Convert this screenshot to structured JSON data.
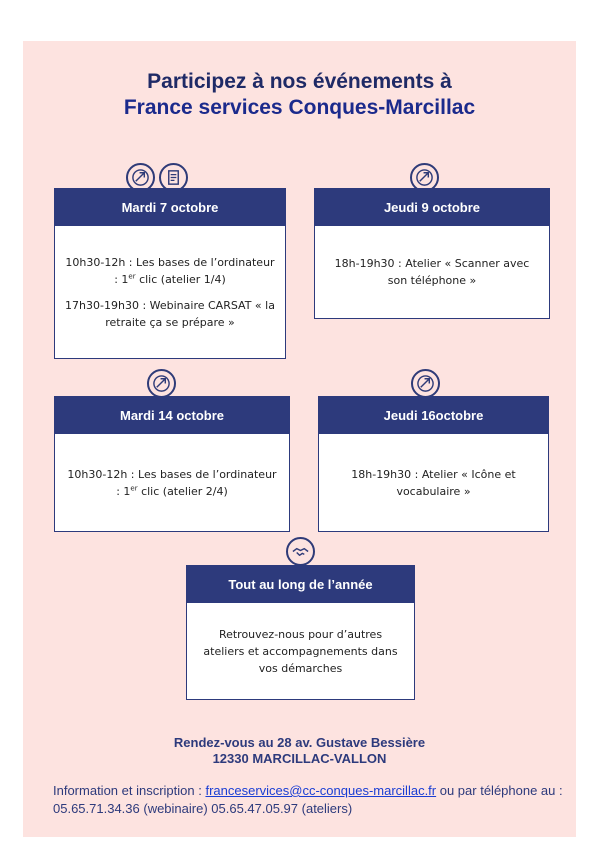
{
  "title": {
    "line1": "Participez à nos événements à",
    "line2": "France services Conques-Marcillac"
  },
  "events": [
    {
      "heading": "Mardi 7 octobre",
      "icons": [
        "computer-icon",
        "document-icon"
      ],
      "lines": [
        {
          "before": "10h30-12h : Les bases de l’ordinateur : 1",
          "sup": "er",
          "after": " clic (atelier 1/4)"
        },
        {
          "before": "17h30-19h30 : Webinaire CARSAT « la retraite ça se prépare »",
          "sup": "",
          "after": ""
        }
      ]
    },
    {
      "heading": "Jeudi 9 octobre",
      "icons": [
        "computer-icon"
      ],
      "lines": [
        {
          "before": "18h-19h30 : Atelier « Scanner avec son téléphone »",
          "sup": "",
          "after": ""
        }
      ]
    },
    {
      "heading": "Mardi 14 octobre",
      "icons": [
        "computer-icon"
      ],
      "lines": [
        {
          "before": "10h30-12h : Les bases de l’ordinateur : 1",
          "sup": "er",
          "after": " clic (atelier 2/4)"
        }
      ]
    },
    {
      "heading": "Jeudi 16octobre",
      "icons": [
        "computer-icon"
      ],
      "lines": [
        {
          "before": "18h-19h30 : Atelier « Icône et vocabulaire »",
          "sup": "",
          "after": ""
        }
      ]
    },
    {
      "heading": "Tout au long de l’année",
      "icons": [
        "handshake-icon"
      ],
      "lines": [
        {
          "before": "Retrouvez-nous pour d’autres ateliers et accompagnements dans vos démarches",
          "sup": "",
          "after": ""
        }
      ]
    }
  ],
  "address": {
    "line1": "Rendez-vous au 28 av. Gustave Bessière",
    "line2": "12330 MARCILLAC-VALLON"
  },
  "info": {
    "prefix": "Information et inscription : ",
    "email": "franceservices@cc-conques-marcillac.fr",
    "suffix": " ou par téléphone au : 05.65.71.34.36 (webinaire) 05.65.47.05.97 (ateliers)"
  },
  "colors": {
    "background": "#fde3e0",
    "header": "#2d3a7c",
    "title": "#1f2a66",
    "link": "#1a3ed4"
  }
}
